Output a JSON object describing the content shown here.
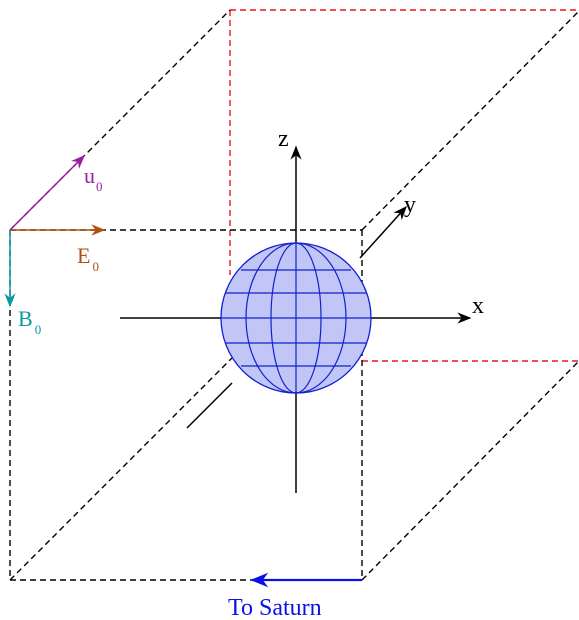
{
  "labels": {
    "axis_x": "x",
    "axis_y": "y",
    "axis_z": "z",
    "u_main": "u",
    "u_sub": "0",
    "e_main": "E",
    "e_sub": "0",
    "b_main": "B",
    "b_sub": "0",
    "saturn": "To Saturn"
  },
  "colors": {
    "box_edges": "#000000",
    "red_edges": "#e8191f",
    "velocity_u0": "#9b1fa4",
    "efield_e0": "#b25012",
    "bfield_b0": "#0a9aa0",
    "saturn_arrow": "#0a10e6",
    "sphere_fill": "#c2c6f6",
    "sphere_lines": "#1020d0",
    "axes": "#000000"
  }
}
